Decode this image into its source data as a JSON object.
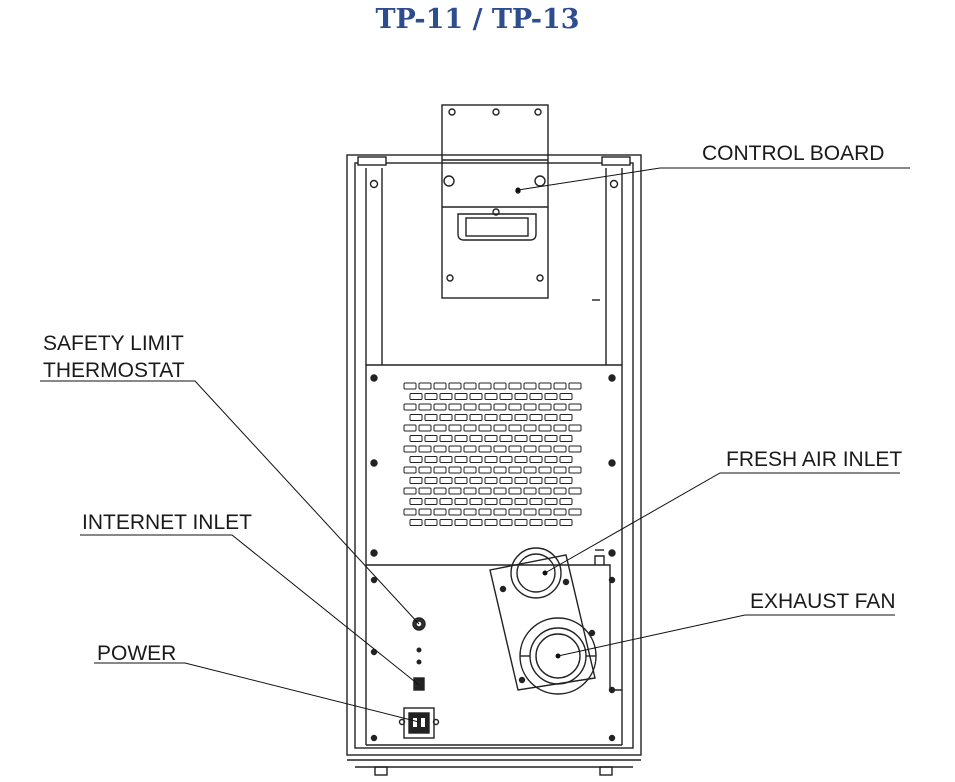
{
  "title": "TP-11 / TP-13",
  "labels": {
    "control_board": "CONTROL BOARD",
    "safety_limit_line1": "SAFETY LIMIT",
    "safety_limit_line2": "THERMOSTAT",
    "fresh_air_inlet": "FRESH AIR INLET",
    "internet_inlet": "INTERNET INLET",
    "exhaust_fan": "EXHAUST FAN",
    "power": "POWER"
  }
}
